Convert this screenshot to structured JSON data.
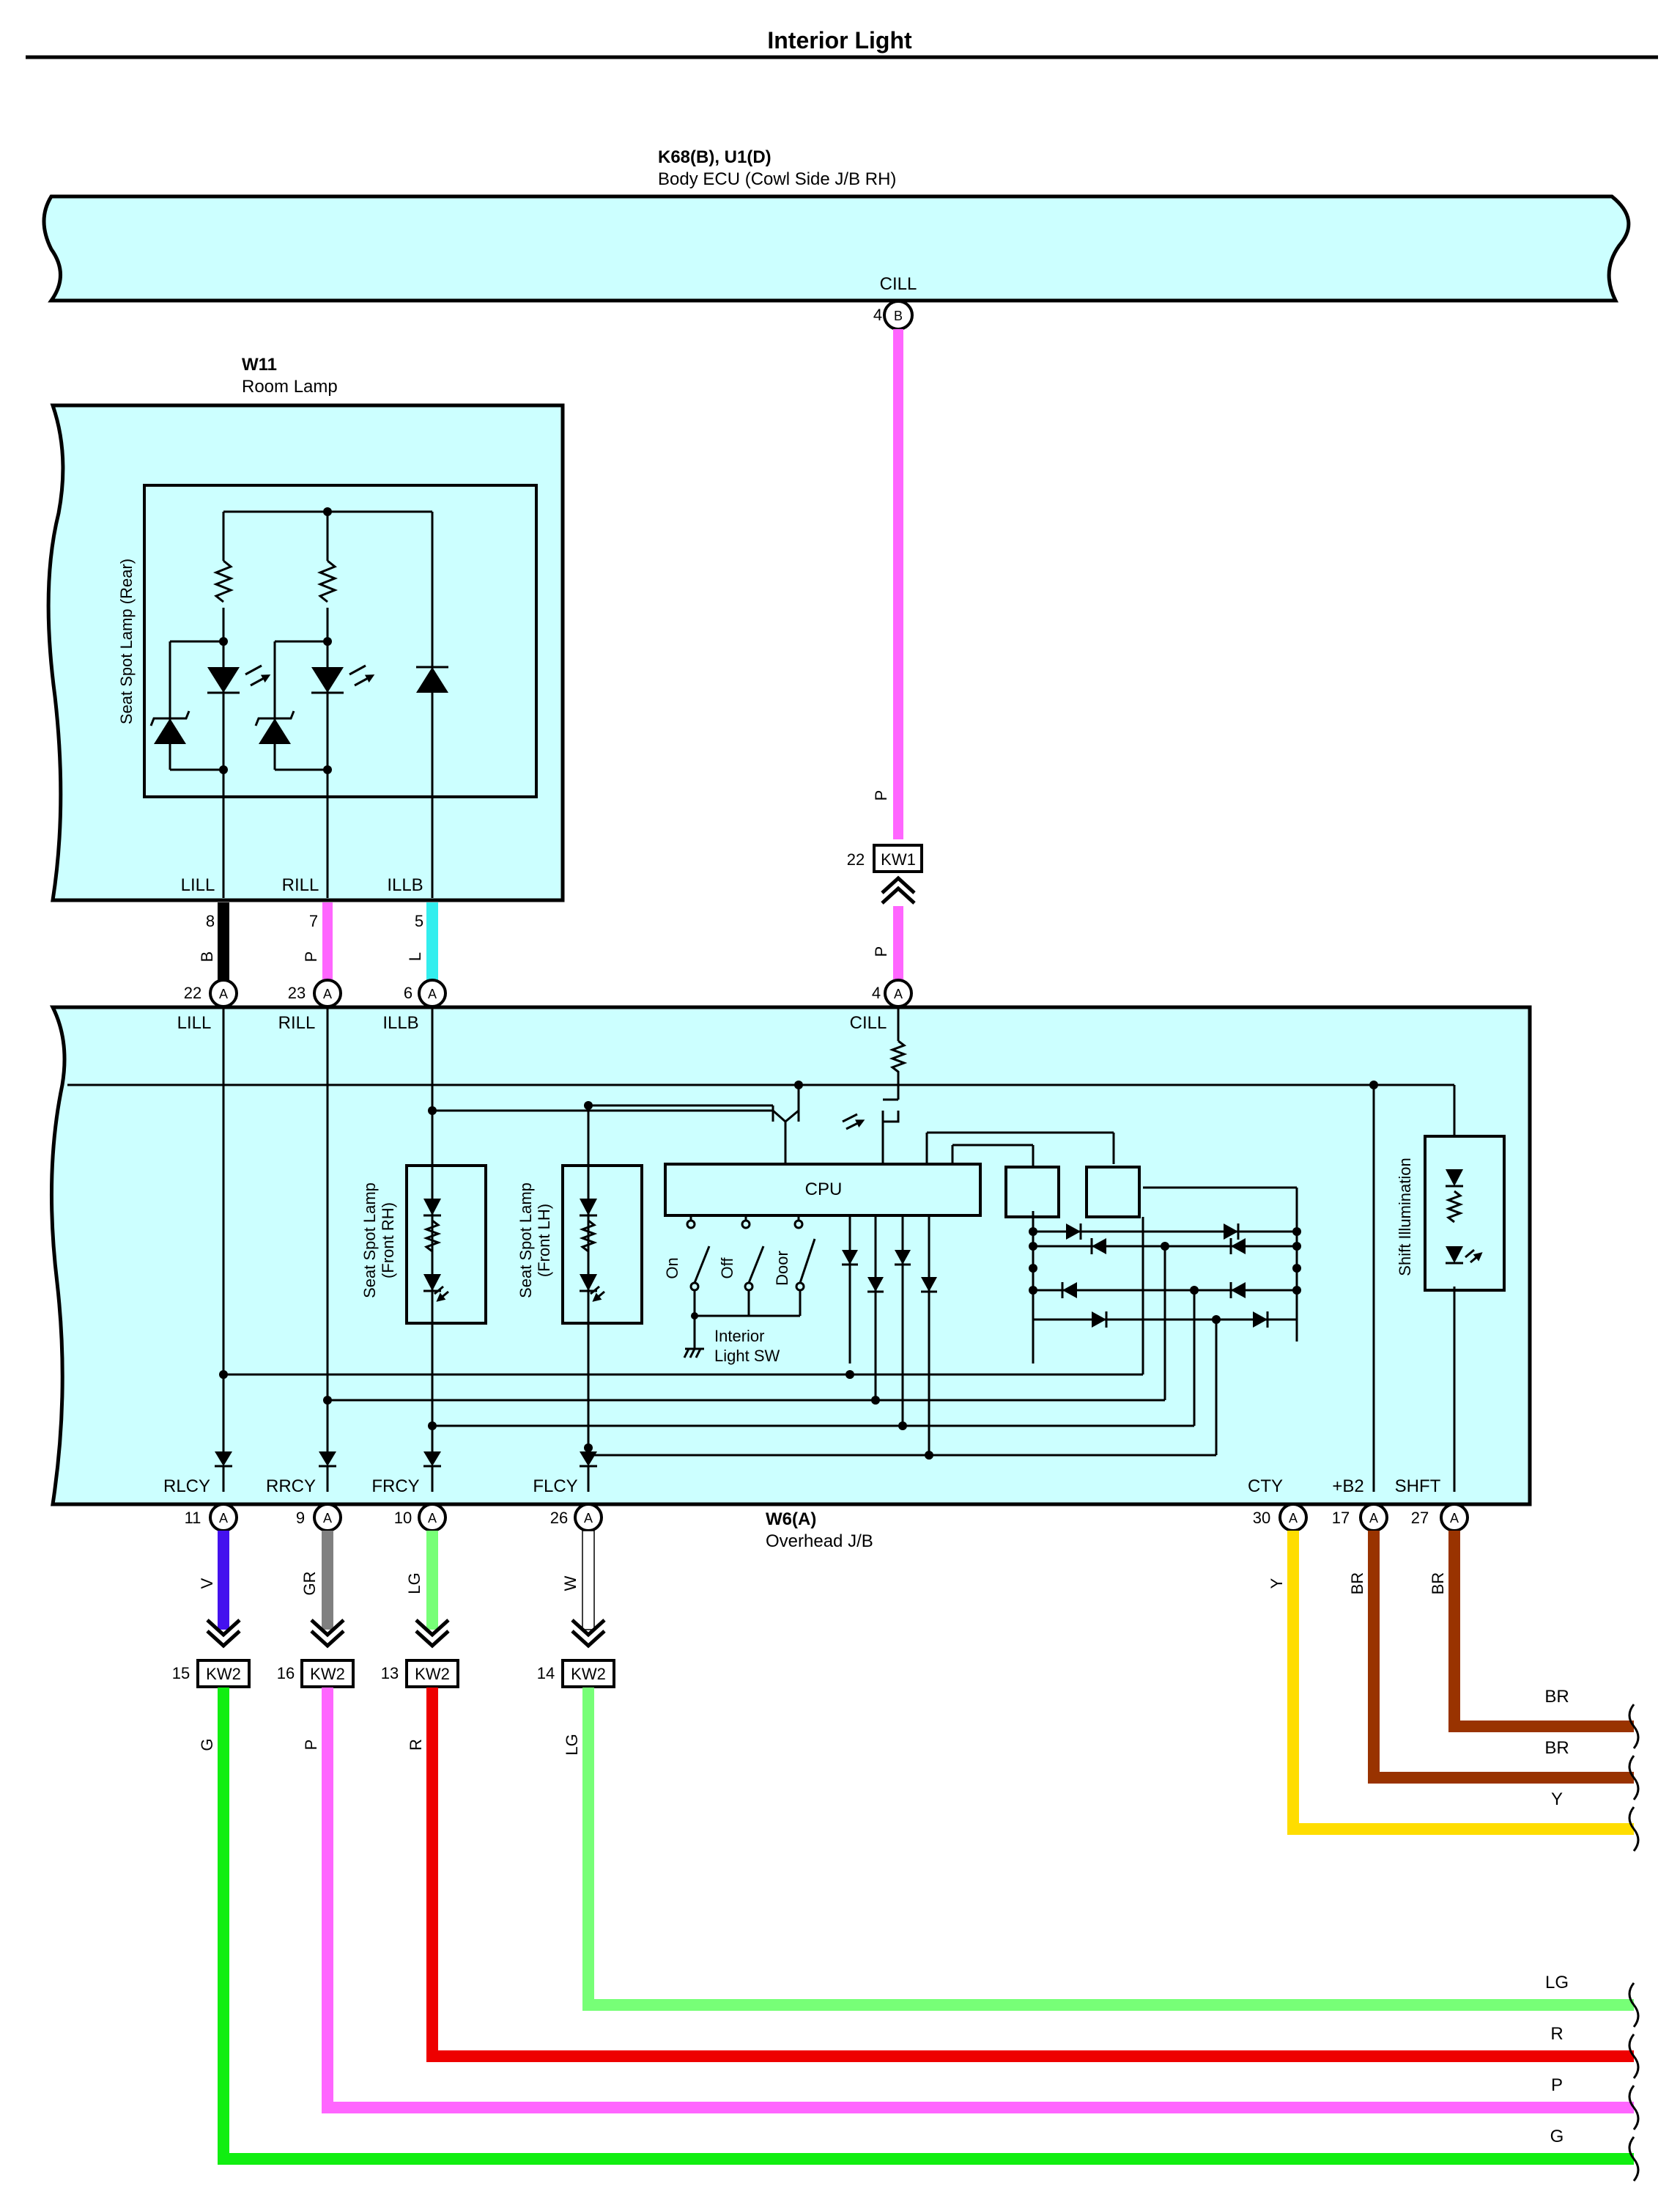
{
  "title": "Interior Light",
  "colors": {
    "component_fill": "#ccffff",
    "P": "#ff66ff",
    "B": "#000000",
    "L": "#33eeee",
    "V": "#4411ee",
    "GR": "#808080",
    "LG": "#77ff77",
    "W": "#ffffff",
    "Y": "#ffdd00",
    "BR": "#993300",
    "G": "#11ee11",
    "R": "#ee0000"
  },
  "body_ecu": {
    "code": "K68(B), U1(D)",
    "name": "Body ECU (Cowl Side J/B RH)",
    "terminal": {
      "label": "CILL",
      "pin": "4",
      "connector": "B"
    }
  },
  "room_lamp": {
    "code": "W11",
    "name": "Room Lamp",
    "inner_label": "Seat Spot Lamp (Rear)",
    "terminals": [
      {
        "label": "LILL",
        "pin": "8",
        "wire": "B"
      },
      {
        "label": "RILL",
        "pin": "7",
        "wire": "P"
      },
      {
        "label": "ILLB",
        "pin": "5",
        "wire": "L"
      }
    ]
  },
  "kw1": {
    "code": "KW1",
    "pin": "22",
    "wire_above": "P",
    "wire_below": "P"
  },
  "overhead_jb": {
    "code": "W6(A)",
    "name": "Overhead J/B",
    "top_terminals": [
      {
        "label": "LILL",
        "pin": "22",
        "connector": "A"
      },
      {
        "label": "RILL",
        "pin": "23",
        "connector": "A"
      },
      {
        "label": "ILLB",
        "pin": "6",
        "connector": "A"
      },
      {
        "label": "CILL",
        "pin": "4",
        "connector": "A"
      }
    ],
    "bottom_terminals": [
      {
        "label": "RLCY",
        "pin": "11",
        "connector": "A",
        "wire": "V"
      },
      {
        "label": "RRCY",
        "pin": "9",
        "connector": "A",
        "wire": "GR"
      },
      {
        "label": "FRCY",
        "pin": "10",
        "connector": "A",
        "wire": "LG"
      },
      {
        "label": "FLCY",
        "pin": "26",
        "connector": "A",
        "wire": "W"
      },
      {
        "label": "CTY",
        "pin": "30",
        "connector": "A",
        "wire": "Y"
      },
      {
        "label": "+B2",
        "pin": "17",
        "connector": "A",
        "wire": "BR"
      },
      {
        "label": "SHFT",
        "pin": "27",
        "connector": "A",
        "wire": "BR"
      }
    ],
    "cpu_label": "CPU",
    "front_rh_lamp": [
      "Seat Spot Lamp",
      "(Front RH)"
    ],
    "front_lh_lamp": [
      "Seat Spot Lamp",
      "(Front LH)"
    ],
    "switch_positions": [
      "On",
      "Off",
      "Door"
    ],
    "switch_label": [
      "Interior",
      "Light SW"
    ],
    "shift_illumination": "Shift Illumination"
  },
  "kw2": [
    {
      "code": "KW2",
      "pin": "15",
      "wire_below": "G"
    },
    {
      "code": "KW2",
      "pin": "16",
      "wire_below": "P"
    },
    {
      "code": "KW2",
      "pin": "13",
      "wire_below": "R"
    },
    {
      "code": "KW2",
      "pin": "14",
      "wire_below": "LG"
    }
  ],
  "right_exits": [
    "BR",
    "BR",
    "Y",
    "LG",
    "R",
    "P",
    "G"
  ]
}
